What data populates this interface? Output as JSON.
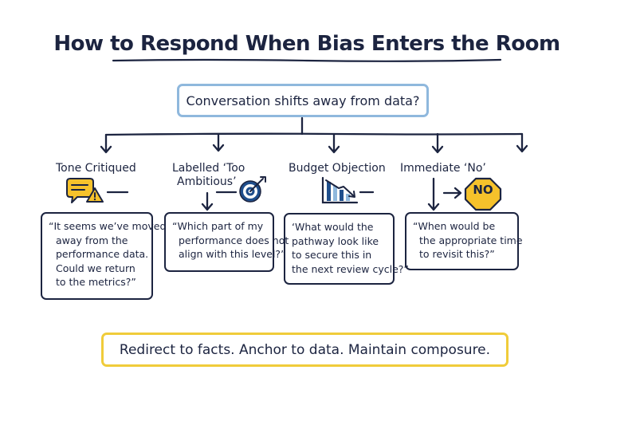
{
  "title": "How to Respond When Bias Enters the Room",
  "question": "Conversation shifts away from data?",
  "cases": [
    {
      "label_lines": [
        "Tone Critiqued"
      ],
      "icon": "speech-bubble-warning-icon",
      "quote_lines": [
        "“It seems we’ve moved",
        "away from the",
        "performance data.",
        "Could we return",
        "to the metrics?”"
      ]
    },
    {
      "label_lines": [
        "Labelled ‘Too",
        "Ambitious’"
      ],
      "icon": "target-icon",
      "quote_lines": [
        "“Which part of my",
        "performance does not",
        "align with this level?”"
      ]
    },
    {
      "label_lines": [
        "Budget Objection"
      ],
      "icon": "declining-chart-icon",
      "quote_lines": [
        "‘What would the",
        "pathway look like",
        "to secure this in",
        "the next review cycle?”"
      ]
    },
    {
      "label_lines": [
        "Immediate ‘No’"
      ],
      "icon": "stop-sign-icon",
      "icon_text": "NO",
      "quote_lines": [
        "“When would be",
        "the appropriate time",
        "to revisit this?”"
      ]
    }
  ],
  "summary": "Redirect to facts. Anchor to data. Maintain composure.",
  "colors": {
    "ink": "#1c2440",
    "question_border": "#8fb8dd",
    "summary_border": "#f0cc3a",
    "icon_yellow": "#f6c22b",
    "icon_blue": "#1f4e8c"
  }
}
